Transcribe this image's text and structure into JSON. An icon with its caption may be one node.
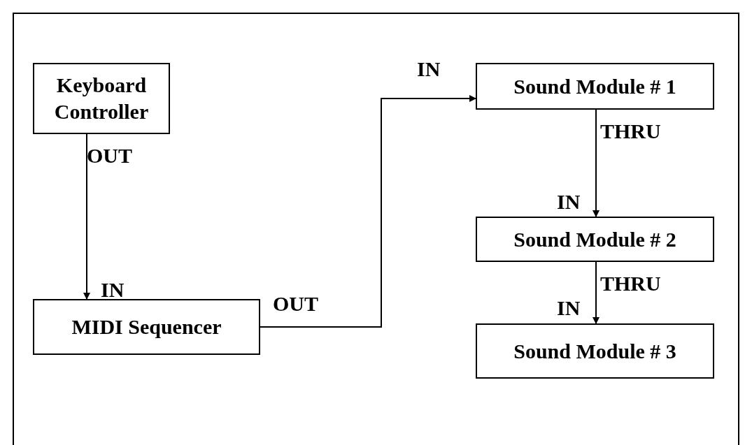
{
  "diagram": {
    "nodes": [
      {
        "text": [
          "Keyboard Controller"
        ]
      },
      {
        "text": [
          "MIDI Sequencer"
        ]
      },
      {
        "text": [
          "Sound Module # 1"
        ]
      },
      {
        "text": [
          "Sound Module # 2"
        ]
      },
      {
        "text": [
          "Sound Module # 3"
        ]
      }
    ],
    "edges": [
      {
        "from": 0,
        "to": 1,
        "arrow": "to"
      },
      {
        "from": 1,
        "to": 2,
        "arrow": "to"
      },
      {
        "from": 2,
        "to": 3,
        "arrow": "to"
      },
      {
        "from": 3,
        "to": 4,
        "arrow": "to"
      }
    ],
    "labels": [
      "OUT",
      "IN",
      "OUT",
      "IN",
      "THRU",
      "IN",
      "THRU",
      "IN"
    ]
  }
}
